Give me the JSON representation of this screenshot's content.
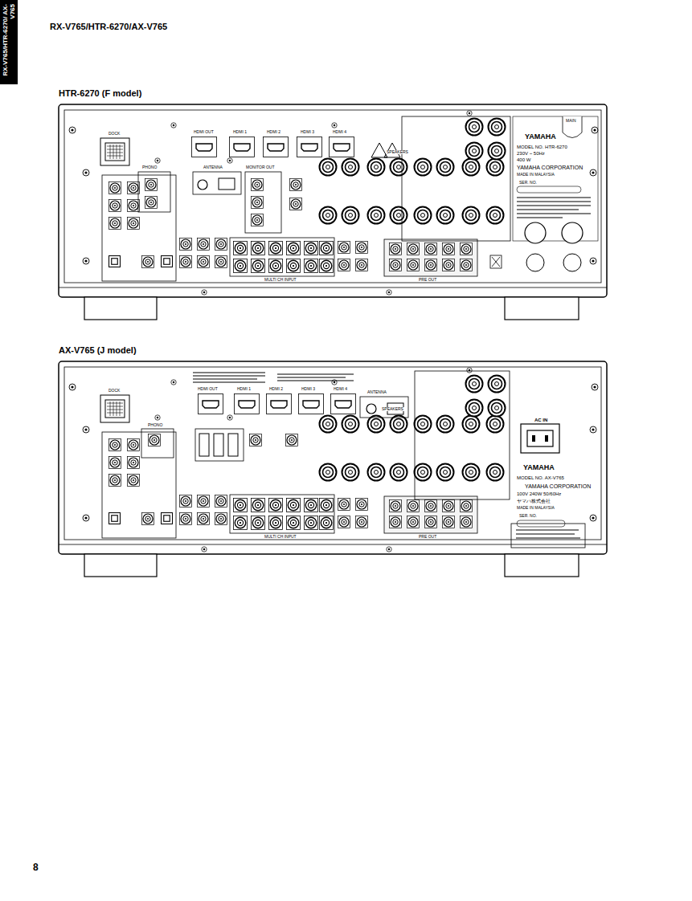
{
  "diagram": {
    "title": "RX-V765/HTR-6270/AX-V765",
    "nodes": [
      {
        "text": [
          "HTR-6270 (F model)"
        ]
      },
      {
        "text": [
          "AX-V765 (J model)"
        ]
      }
    ],
    "labels": [
      "RX-V765/HTR-6270/ AX-V765",
      "8",
      "DOCK",
      "HDMI OUT",
      "HDMI 1",
      "HDMI 2",
      "HDMI 3",
      "HDMI 4",
      "PHONO",
      "ANTENNA",
      "MONITOR OUT",
      "SPEAKERS",
      "MAIN",
      "YAMAHA",
      "MODEL NO. HTR-6270",
      "230V ~ 50Hz",
      "400 W",
      "YAMAHA CORPORATION",
      "MADE IN MALAYSIA",
      "SER. NO.",
      "MULTI CH INPUT",
      "PRE OUT",
      "DOCK",
      "HDMI OUT",
      "HDMI 1",
      "HDMI 2",
      "HDMI 3",
      "HDMI 4",
      "ANTENNA",
      "PHONO",
      "SPEAKERS",
      "AC IN",
      "YAMAHA",
      "MODEL NO. AX-V765",
      "YAMAHA CORPORATION",
      "100V 240W 50/60Hz",
      "ヤマハ株式会社",
      "MADE IN MALAYSIA",
      "SER. NO.",
      "MULTI CH INPUT",
      "PRE OUT"
    ]
  }
}
